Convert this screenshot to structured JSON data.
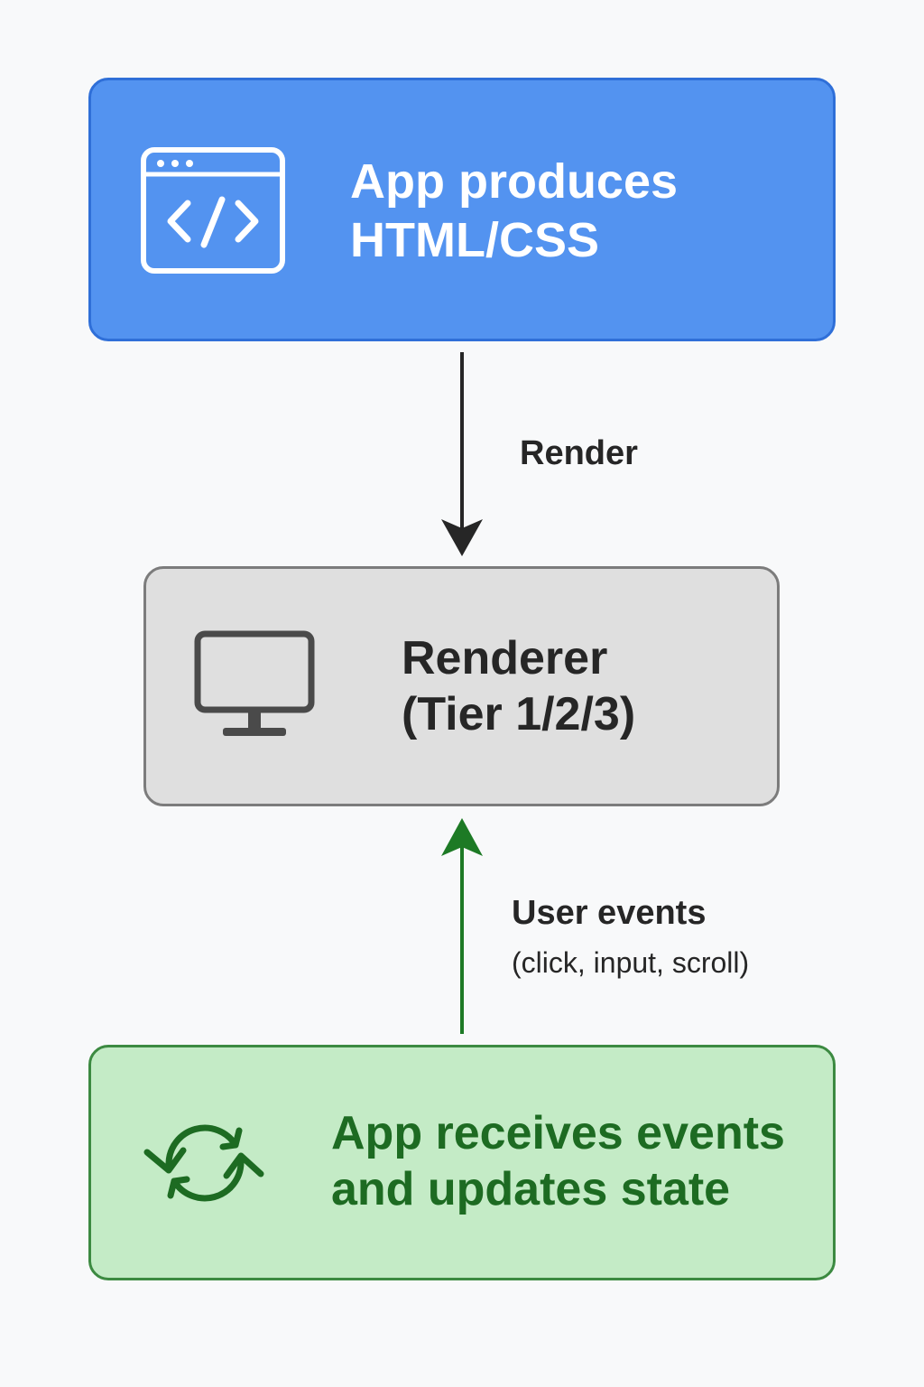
{
  "nodes": {
    "app_producer": {
      "line1": "App produces",
      "line2": "HTML/CSS",
      "icon": "code-window-icon",
      "color": "#5393f0"
    },
    "renderer": {
      "line1": "Renderer",
      "line2": "(Tier 1/2/3)",
      "icon": "monitor-icon",
      "color": "#dfdfdf"
    },
    "app_receiver": {
      "line1": "App receives events",
      "line2": "and updates state",
      "icon": "refresh-cycle-icon",
      "color": "#c4ebc6"
    }
  },
  "edges": {
    "render": {
      "label": "Render",
      "color": "#262626"
    },
    "user_events": {
      "label": "User events",
      "sublabel": "(click, input, scroll)",
      "color": "#1d7a25"
    }
  }
}
